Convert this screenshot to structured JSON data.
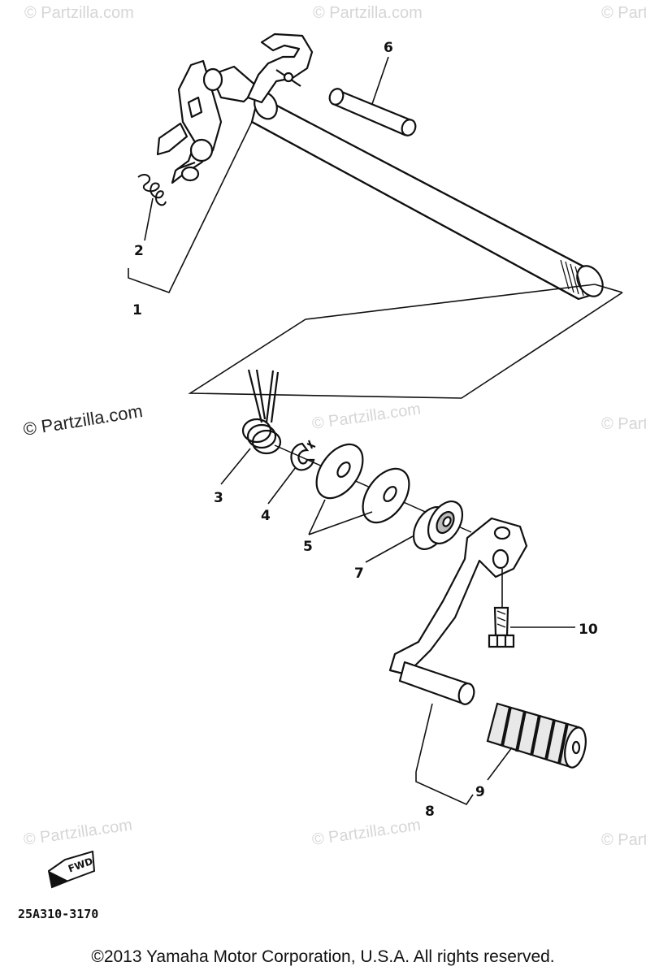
{
  "watermark": {
    "main_text": "© Partzilla.com",
    "faint_text": "© Partzilla.com"
  },
  "callouts": {
    "c1": "1",
    "c2": "2",
    "c3": "3",
    "c4": "4",
    "c5": "5",
    "c6": "6",
    "c7": "7",
    "c8": "8",
    "c9": "9",
    "c10": "10"
  },
  "fwd_label": "FWD",
  "diagram_code": "25A310-3170",
  "copyright": "©2013  Yamaha Motor Corporation, U.S.A. All rights reserved."
}
